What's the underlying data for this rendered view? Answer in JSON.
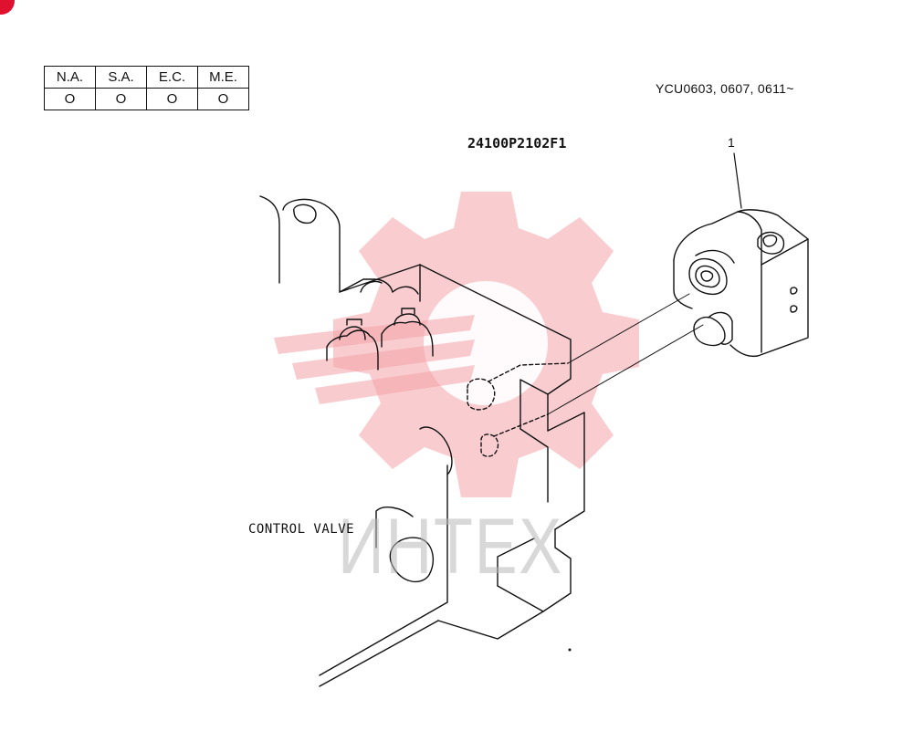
{
  "region_table": {
    "headers": [
      "N.A.",
      "S.A.",
      "E.C.",
      "M.E."
    ],
    "values": [
      "O",
      "O",
      "O",
      "O"
    ]
  },
  "serial_range": "YCU0603, 0607, 0611~",
  "part_code": "24100P2102F1",
  "callout": "1",
  "component_label": "CONTROL VALVE",
  "watermark": {
    "text": "ИНТЕХ",
    "gear_color": "#f4a3a8",
    "text_color": "#b9b9b9"
  },
  "colors": {
    "accent": "#e0102f",
    "line": "#111111"
  }
}
